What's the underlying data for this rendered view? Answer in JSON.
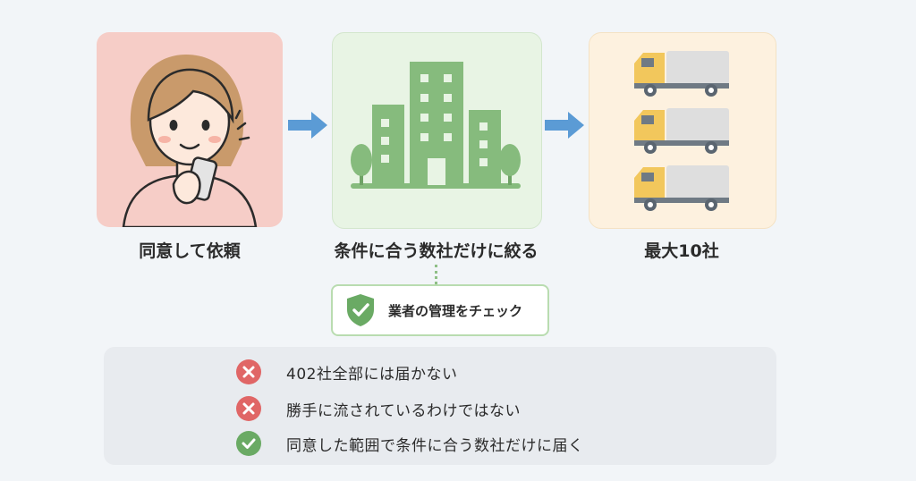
{
  "steps": [
    {
      "label": "同意して依頼",
      "icon": "person-phone-icon"
    },
    {
      "label": "条件に合う数社だけに絞る",
      "icon": "office-building-icon"
    },
    {
      "label": "最大10社",
      "icon": "delivery-truck-icon"
    }
  ],
  "check_badge": {
    "label": "業者の管理をチェック",
    "icon": "shield-check-icon"
  },
  "notes": [
    {
      "text": "402社全部には届かない",
      "status": "no",
      "icon": "cross-circle-icon"
    },
    {
      "text": "勝手に流されているわけではない",
      "status": "no",
      "icon": "cross-circle-icon"
    },
    {
      "text": "同意した範囲で条件に合う数社だけに届く",
      "status": "yes",
      "icon": "check-circle-icon"
    }
  ],
  "colors": {
    "person_card": "#f6cdc7",
    "building_card": "#e8f4e4",
    "truck_card": "#fdf1df",
    "arrow": "#5b9bd5",
    "building": "#86bb7d",
    "truck_cab": "#f2c75c",
    "cross": "#e06666",
    "check": "#6aaa64"
  }
}
